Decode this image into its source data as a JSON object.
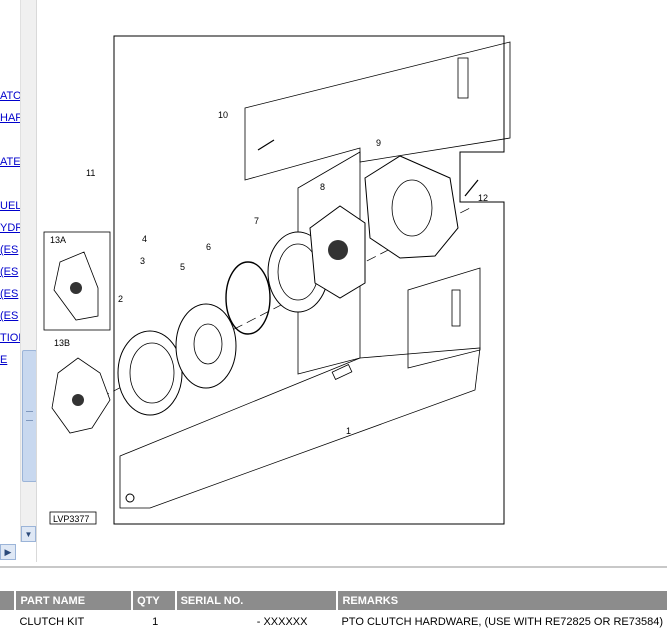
{
  "sidebar": {
    "items": [
      {
        "label": "ATO"
      },
      {
        "label": "HAF"
      },
      {
        "label": "ATE"
      },
      {
        "label": "UEL"
      },
      {
        "label": "YDR"
      },
      {
        "label": "(ES"
      },
      {
        "label": "(ES"
      },
      {
        "label": "(ES"
      },
      {
        "label": "(ES"
      },
      {
        "label": "TION"
      },
      {
        "label": "E"
      }
    ]
  },
  "diagram": {
    "figure_id": "LVP3377",
    "inset_a_label": "13A",
    "inset_b_label": "13B",
    "callouts": {
      "c1": "1",
      "c2": "2",
      "c3": "3",
      "c4": "4",
      "c5": "5",
      "c6": "6",
      "c7": "7",
      "c8": "8",
      "c9": "9",
      "c10": "10",
      "c11": "11",
      "c12": "12"
    }
  },
  "table": {
    "headers": [
      "PART NAME",
      "QTY",
      "SERIAL NO.",
      "REMARKS"
    ],
    "rows": [
      {
        "part_name": "CLUTCH KIT",
        "qty": "1",
        "serial": "-   XXXXXX",
        "remarks": "PTO CLUTCH HARDWARE, (USE WITH RE72825 OR RE73584)"
      }
    ]
  },
  "icons": {
    "scroll_down": "chevron-down-icon",
    "scroll_right": "chevron-right-icon"
  }
}
